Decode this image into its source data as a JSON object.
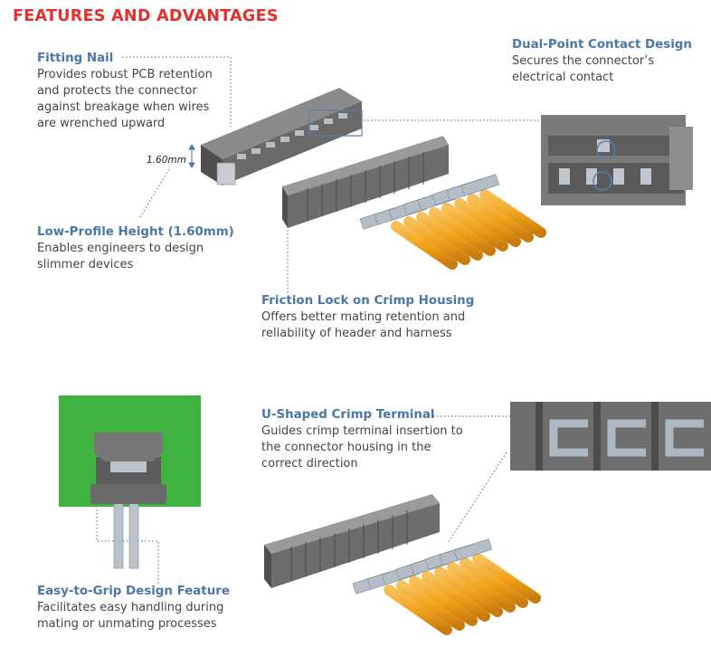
{
  "page_title": "FEATURES AND ADVANTAGES",
  "features": [
    {
      "key": "fitting-nail",
      "title": "Fitting Nail",
      "text": "Provides robust PCB retention\nand protects the connector\nagainst breakage when wires\nare wrenched upward"
    },
    {
      "key": "dual-point",
      "title": "Dual-Point Contact Design",
      "text": "Secures the connector’s\nelectrical contact"
    },
    {
      "key": "low-profile",
      "title": "Low-Profile Height (1.60mm)",
      "text": "Enables engineers to design\nslimmer devices"
    },
    {
      "key": "friction-lock",
      "title": "Friction Lock on Crimp Housing",
      "text": "Offers better mating retention and\nreliability of header and harness"
    },
    {
      "key": "u-shaped",
      "title": "U-Shaped Crimp Terminal",
      "text": "Guides crimp terminal insertion to\nthe connector housing in the\ncorrect direction"
    },
    {
      "key": "easy-grip",
      "title": "Easy-to-Grip Design Feature",
      "text": "Facilitates easy handling during\nmating or unmating processes"
    }
  ],
  "dimension_label": "1.60mm",
  "colors": {
    "title": "#e52f2f",
    "heading": "#4a77a8",
    "body": "#454545",
    "housing": "#6c6c6c",
    "wire": "#f2a31c",
    "pcb": "#3fb23f",
    "leader": "#5a7fa8"
  }
}
